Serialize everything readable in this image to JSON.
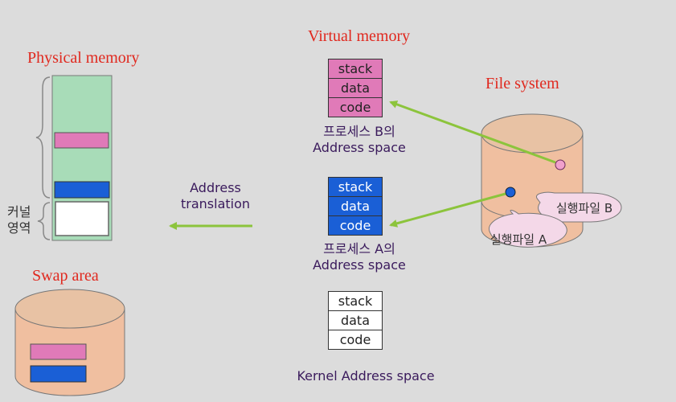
{
  "titles": {
    "physical_memory": "Physical memory",
    "virtual_memory": "Virtual memory",
    "file_system": "File system",
    "swap_area": "Swap area"
  },
  "kernel_region_label": [
    "커널",
    "영역"
  ],
  "address_translation": [
    "Address",
    "translation"
  ],
  "process_b": {
    "segments": [
      "stack",
      "data",
      "code"
    ],
    "caption": [
      "프로세스 B의",
      "Address space"
    ]
  },
  "process_a": {
    "segments": [
      "stack",
      "data",
      "code"
    ],
    "caption": [
      "프로세스 A의",
      "Address space"
    ]
  },
  "kernel": {
    "segments": [
      "stack",
      "data",
      "code"
    ],
    "caption": "Kernel Address space"
  },
  "file_labels": {
    "exec_b": "실행파일 B",
    "exec_a": "실행파일 A"
  },
  "colors": {
    "title_red": "#e0281e",
    "arrow_green": "#8cc43c",
    "memory_green": "#a8dcb8",
    "pink": "#e07ab8",
    "blue": "#1a5fd6",
    "cylinder": "#f0bfa0",
    "cylinder_top": "#e8c2a4"
  }
}
